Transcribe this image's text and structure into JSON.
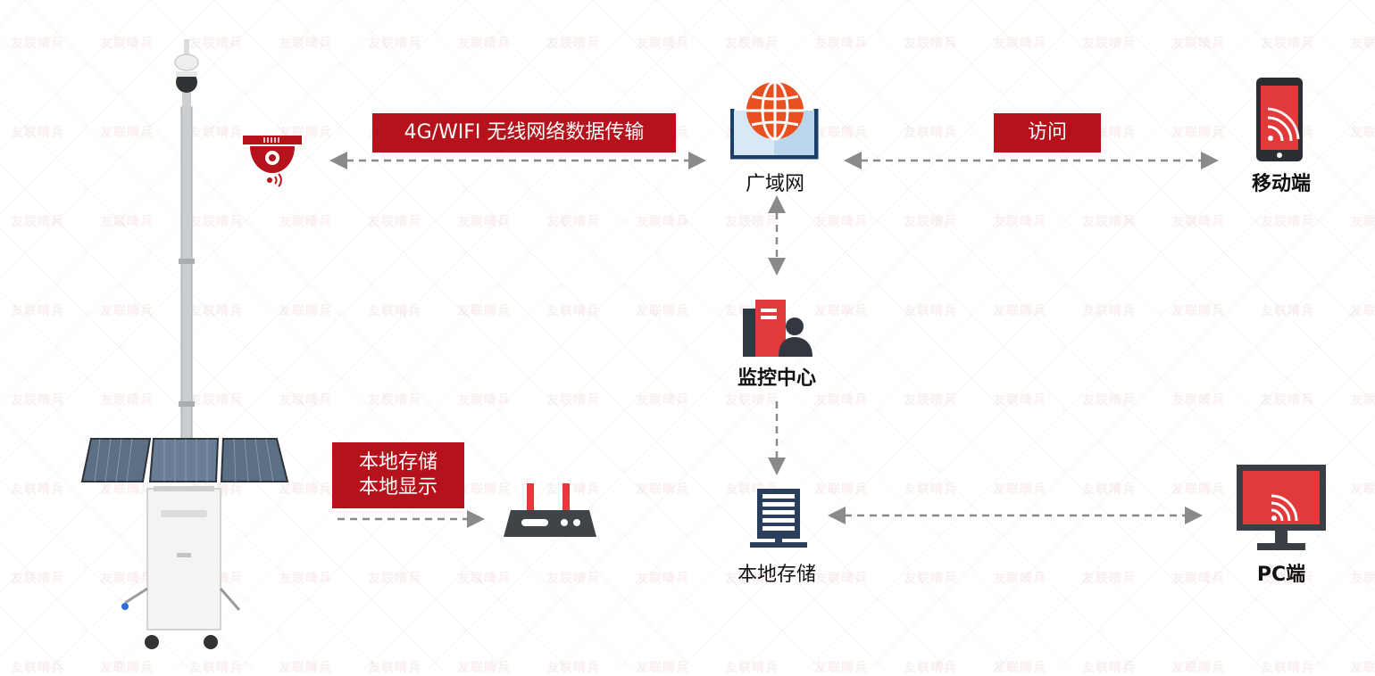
{
  "watermark": {
    "text": "友联晴兵"
  },
  "badges": {
    "wireless": "4G/WIFI 无线网络数据传输",
    "visit": "访问",
    "local_line1": "本地存储",
    "local_line2": "本地显示"
  },
  "nodes": {
    "wan": "广域网",
    "mobile": "移动端",
    "monitor_center": "监控中心",
    "local_storage": "本地存储",
    "pc": "PC端"
  },
  "colors": {
    "accent_red": "#b5121b",
    "icon_red": "#e03a3a",
    "dark": "#3f4449",
    "arrow_gray": "#8a8a8a"
  }
}
